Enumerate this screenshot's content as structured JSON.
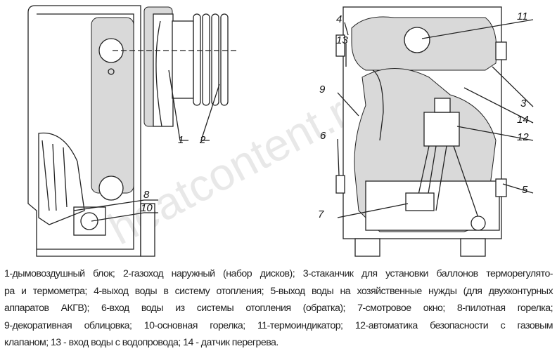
{
  "watermark": "heatcontent.ru",
  "labels": {
    "l1": "1",
    "l2": "2",
    "l3": "3",
    "l4": "4",
    "l5": "5",
    "l6": "6",
    "l7": "7",
    "l8": "8",
    "l9": "9",
    "l10": "10",
    "l11": "11",
    "l12": "12",
    "l13": "13",
    "l14": "14"
  },
  "caption": [
    "1-дымовоздушный блок; 2-газоход наружный (набор дисков); 3-стаканчик для установки баллонов терморегулято-",
    "ра и термометра; 4-выход воды в систему отопления; 5-выход воды на хозяйственные нужды (для двухконтурных",
    "аппаратов АКГВ); 6-вход воды из системы отопления (обратка); 7-смотровое окно; 8-пилотная горелка;",
    "9-декоративная облицовка; 10-основная горелка; 11-термоиндикатор; 12-автоматика безопасности с газовым",
    "клапаном; 13 - вход воды с водопровода; 14 - датчик перегрева."
  ]
}
